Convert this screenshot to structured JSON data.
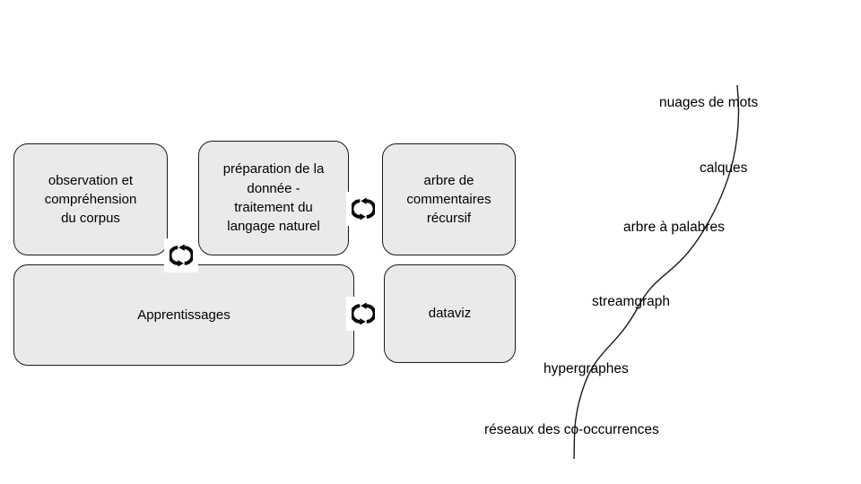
{
  "diagram": {
    "boxes": [
      {
        "id": "observation",
        "label": "observation et\ncompréhension\ndu corpus"
      },
      {
        "id": "preparation",
        "label": "préparation de la\ndonnée -\ntraitement du\nlangage naturel"
      },
      {
        "id": "arbre-commentaires",
        "label": "arbre de\ncommentaires\nrécursif"
      },
      {
        "id": "apprentissages",
        "label": "Apprentissages"
      },
      {
        "id": "dataviz",
        "label": "dataviz"
      }
    ],
    "icons": {
      "cycle_arrows_count": 3,
      "name": "cycle-arrows-icon"
    },
    "colors": {
      "box_fill": "#e9ebea",
      "box_border": "#1a1a1a",
      "icon": "#000000",
      "curve_line": "#1a1a1a",
      "background": "#ffffff"
    }
  },
  "viz_list": {
    "labels": [
      "nuages de mots",
      "calques",
      "arbre à palabres",
      "streamgraph",
      "hypergraphes",
      "réseaux des co-occurrences"
    ]
  }
}
